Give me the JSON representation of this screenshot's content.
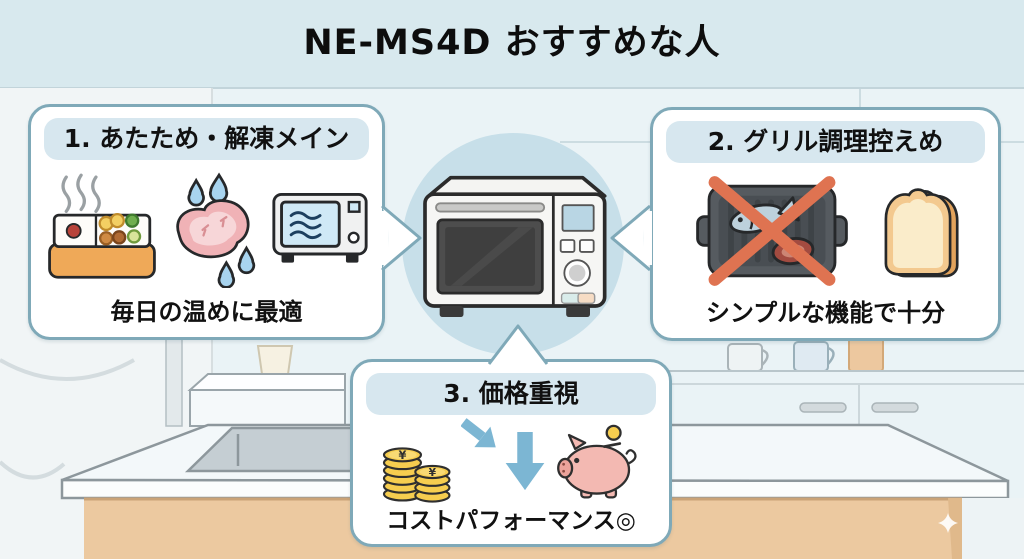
{
  "title": "NE-MS4D おすすめな人",
  "boxes": [
    {
      "number": "1",
      "header": "1. あたため・解凍メイン",
      "caption": "毎日の温めに最適",
      "icons": [
        "bento-box-with-steam",
        "defrosting-meat-with-drops",
        "small-microwave"
      ]
    },
    {
      "number": "2",
      "header": "2. グリル調理控えめ",
      "caption": "シンプルな機能で十分",
      "icons": [
        "crossed-out-grill-pan",
        "toast-slices"
      ]
    },
    {
      "number": "3",
      "header": "3. 価格重視",
      "caption": "コストパフォーマンス◎",
      "icons": [
        "yen-coin-stacks",
        "diagonal-arrow",
        "down-arrow",
        "piggy-bank-with-coin"
      ]
    }
  ],
  "center": {
    "icon": "microwave-oven-illustration"
  },
  "colors": {
    "wall_top": "#d8e9ee",
    "wall": "#eaf3f6",
    "box_border": "#7fa9b8",
    "box_background": "#ffffff",
    "header_pill": "#d7e7ef",
    "circle": "#c7dfe9",
    "text": "#111111",
    "cross_mark": "#df7351",
    "arrow_blue": "#7cb6d3",
    "coin_gold": "#f6cd4f",
    "piggy_pink": "#f3b9b2",
    "counter_base_tan": "#ecc9a0"
  }
}
